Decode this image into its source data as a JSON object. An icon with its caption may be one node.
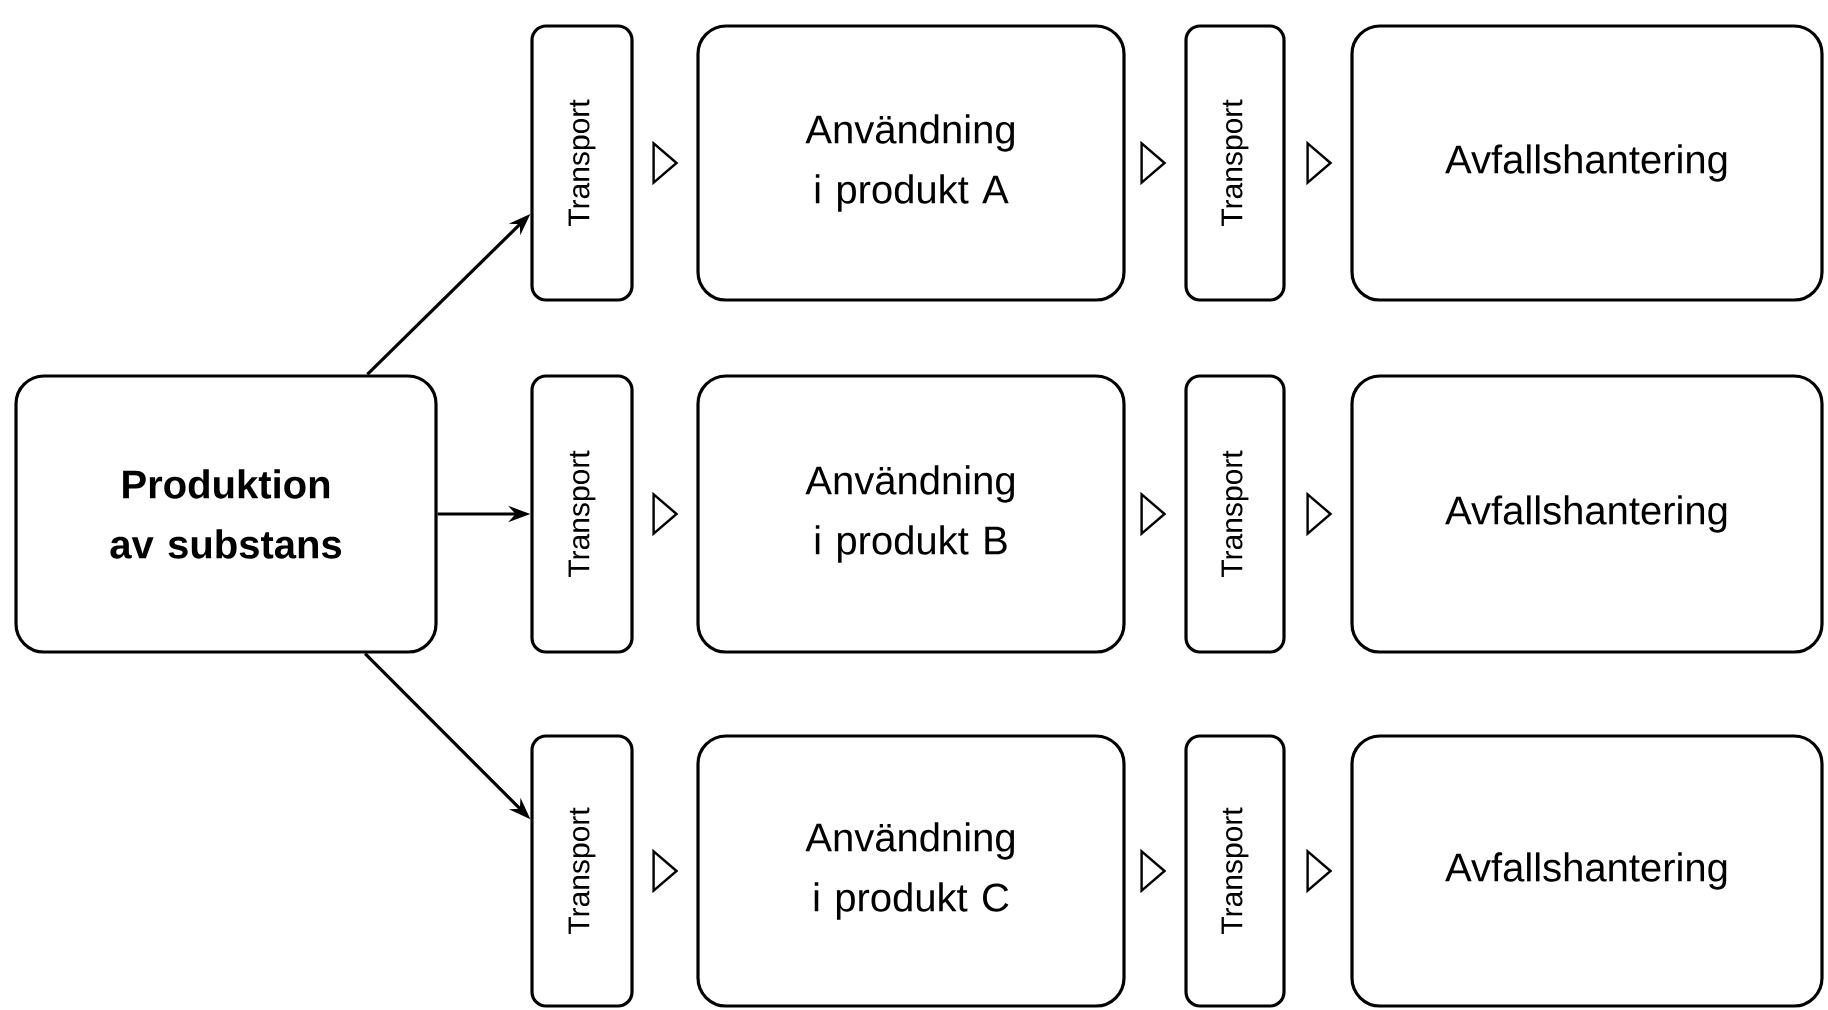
{
  "diagram": {
    "nodes": [
      {
        "text": [
          "Produktion av substans"
        ]
      },
      {
        "text": [
          "Transport"
        ]
      },
      {
        "text": [
          "Användning i produkt A"
        ]
      },
      {
        "text": [
          "Transport"
        ]
      },
      {
        "text": [
          "Avfallshantering"
        ]
      },
      {
        "text": [
          "Transport"
        ]
      },
      {
        "text": [
          "Användning i produkt B"
        ]
      },
      {
        "text": [
          "Transport"
        ]
      },
      {
        "text": [
          "Avfallshantering"
        ]
      },
      {
        "text": [
          "Transport"
        ]
      },
      {
        "text": [
          "Användning i produkt C"
        ]
      },
      {
        "text": [
          "Transport"
        ]
      },
      {
        "text": [
          "Avfallshantering"
        ]
      }
    ],
    "edges": [
      {
        "from": 0,
        "to": 1,
        "arrow": "to"
      },
      {
        "from": 0,
        "to": 5,
        "arrow": "to"
      },
      {
        "from": 0,
        "to": 9,
        "arrow": "to"
      },
      {
        "from": 1,
        "to": 2,
        "arrow": "to"
      },
      {
        "from": 2,
        "to": 3,
        "arrow": "to"
      },
      {
        "from": 3,
        "to": 4,
        "arrow": "to"
      },
      {
        "from": 5,
        "to": 6,
        "arrow": "to"
      },
      {
        "from": 6,
        "to": 7,
        "arrow": "to"
      },
      {
        "from": 7,
        "to": 8,
        "arrow": "to"
      },
      {
        "from": 9,
        "to": 10,
        "arrow": "to"
      },
      {
        "from": 10,
        "to": 11,
        "arrow": "to"
      },
      {
        "from": 11,
        "to": 12,
        "arrow": "to"
      }
    ]
  }
}
